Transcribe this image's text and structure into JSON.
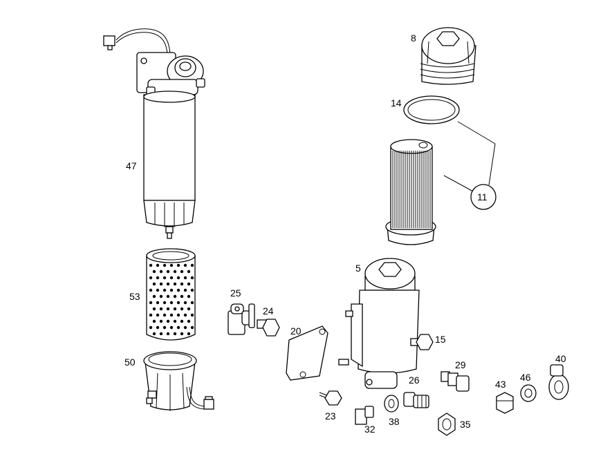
{
  "callouts": {
    "c8": "8",
    "c14": "14",
    "c11": "11",
    "c47": "47",
    "c5": "5",
    "c53": "53",
    "c25": "25",
    "c24": "24",
    "c20": "20",
    "c15": "15",
    "c50": "50",
    "c29": "29",
    "c40": "40",
    "c26": "26",
    "c43": "43",
    "c46": "46",
    "c23": "23",
    "c38": "38",
    "c32": "32",
    "c35": "35"
  },
  "colors": {
    "line": "#000000",
    "background": "#ffffff"
  }
}
